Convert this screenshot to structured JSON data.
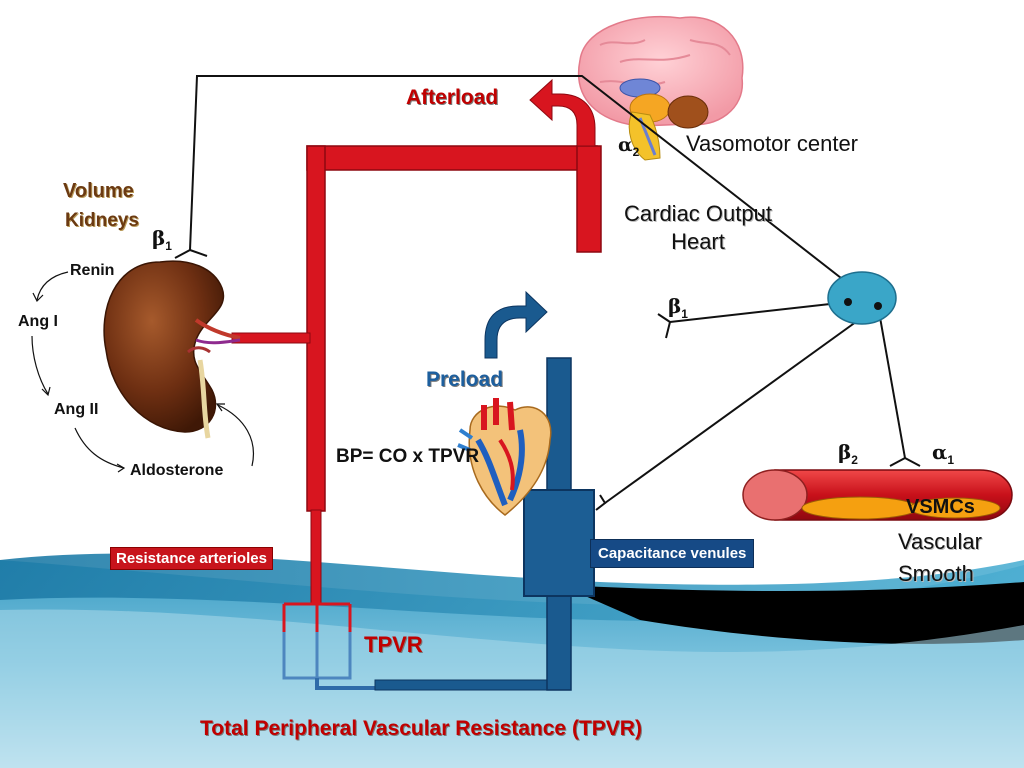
{
  "labels": {
    "afterload": "Afterload",
    "vasomotor_center": "Vasomotor center",
    "alpha2": "α",
    "alpha2_sub": "2",
    "cardiac_output": "Cardiac Output",
    "heart": "Heart",
    "volume": "Volume",
    "kidneys": "Kidneys",
    "beta1_kidney": "β",
    "beta1_kidney_sub": "1",
    "renin": "Renin",
    "ang1": "Ang I",
    "ang2": "Ang II",
    "aldosterone": "Aldosterone",
    "beta1_heart": "β",
    "beta1_heart_sub": "1",
    "preload": "Preload",
    "bp_formula": "BP= CO x TPVR",
    "beta2": "β",
    "beta2_sub": "2",
    "alpha1": "α",
    "alpha1_sub": "1",
    "vsmcs": "VSMCs",
    "vascular": "Vascular",
    "smooth": "Smooth",
    "resistance_arterioles": "Resistance arterioles",
    "capacitance_venules": "Capacitance venules",
    "tpvr": "TPVR",
    "footer_title": "Total Peripheral Vascular Resistance (TPVR)"
  },
  "icons": {
    "brain": "brain-icon",
    "kidney": "kidney-icon",
    "heart": "heart-icon"
  },
  "colors": {
    "artery_red": "#d8151f",
    "vein_blue": "#1a5a8f",
    "title_red": "#c00000",
    "label_blue": "#1d5f9e",
    "background_teal": "#2f8fb5",
    "ganglion_fill": "#3aa6c8"
  }
}
